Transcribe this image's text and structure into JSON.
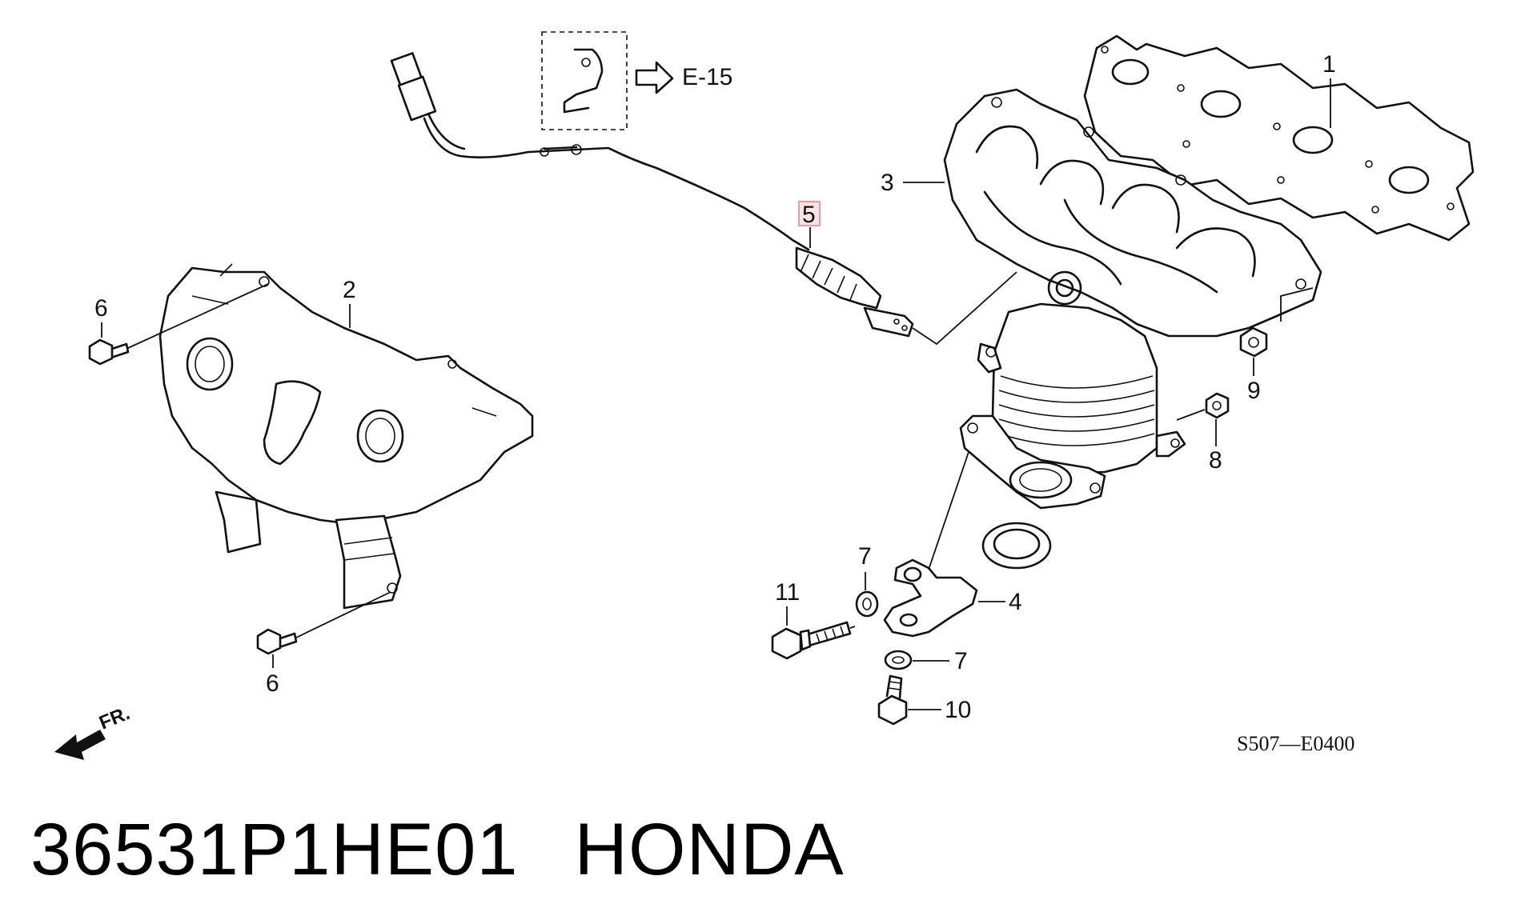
{
  "diagram": {
    "callouts": {
      "c1": "1",
      "c2": "2",
      "c3": "3",
      "c4": "4",
      "c5": "5",
      "c6a": "6",
      "c6b": "6",
      "c7a": "7",
      "c7b": "7",
      "c8": "8",
      "c9": "9",
      "c10": "10",
      "c11": "11"
    },
    "reference": "E-15",
    "figure_code": "S507—E0400",
    "front_label": "FR."
  },
  "part": {
    "number": "36531P1HE01",
    "brand": "HONDA"
  },
  "colors": {
    "highlight_box": "#e89aa0",
    "highlight_fill": "#fbe4e6",
    "line": "#111111"
  }
}
